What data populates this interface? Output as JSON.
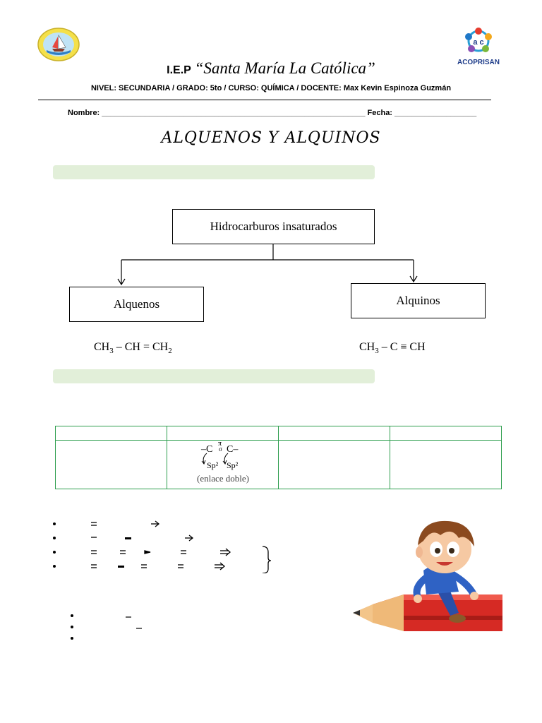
{
  "header": {
    "school_prefix": "I.E.P",
    "school_name": "“Santa María La Católica”",
    "info_line": "NIVEL: SECUNDARIA / GRADO: 5to / CURSO: QUÍMICA / DOCENTE: Max Kevin Espinoza Guzmán",
    "name_line": "Nombre: _____________________________________________________________ Fecha: ___________________",
    "right_logo_text": "ACOPRISAN"
  },
  "title": "ALQUENOS Y ALQUINOS",
  "diagram": {
    "root": "Hidrocarburos insaturados",
    "left": "Alquenos",
    "right": "Alquinos"
  },
  "formulas": {
    "alkene": {
      "p1": "CH",
      "s1": "3",
      "p2": " – CH = CH",
      "s2": "2"
    },
    "alkyne": {
      "p1": "CH",
      "s1": "3",
      "p2": " – C ≡ CH"
    }
  },
  "table": {
    "pi": "π",
    "sigma": "σ",
    "bond_left": "–C",
    "bond_right": "C–",
    "sp_left": "Sp²",
    "sp_right": "Sp²",
    "bond_caption": "(enlace doble)"
  },
  "colors": {
    "band": "#e2efd9",
    "table_border": "#2e9e4e",
    "acoprisan": "#1f3d8a"
  }
}
